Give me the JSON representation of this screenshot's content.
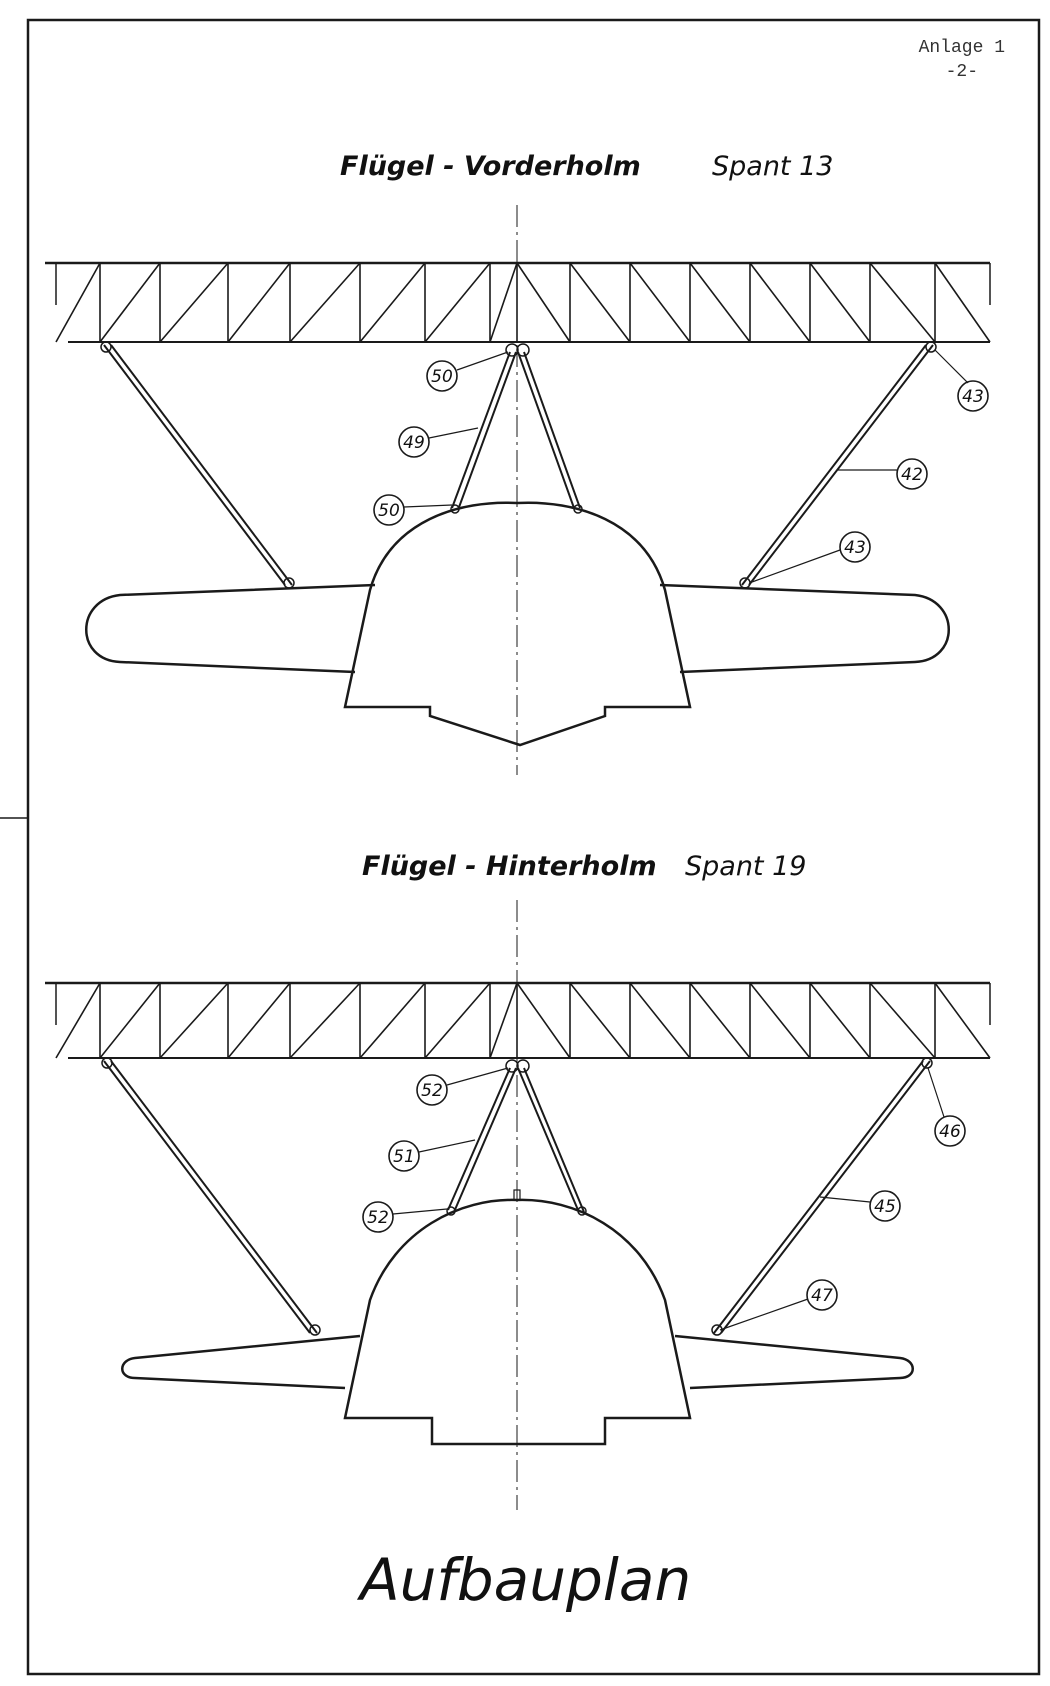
{
  "annotation": {
    "line1": "Anlage 1",
    "line2": "-2-"
  },
  "section_front": {
    "title": "Flügel - Vorderholm",
    "spant": "Spant 13"
  },
  "section_rear": {
    "title": "Flügel - Hinterholm",
    "spant": "Spant 19"
  },
  "front_parts": [
    "50",
    "49",
    "50",
    "43",
    "42",
    "43"
  ],
  "rear_parts": [
    "52",
    "51",
    "52",
    "46",
    "45",
    "47"
  ],
  "footer_title": "Aufbauplan"
}
